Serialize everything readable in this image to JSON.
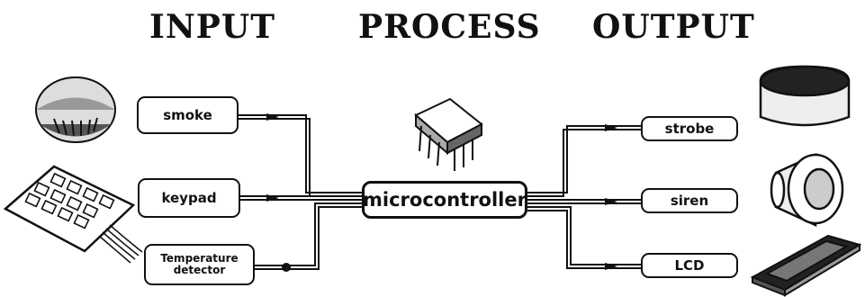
{
  "headings": {
    "input": "INPUT",
    "process": "PROCESS",
    "output": "OUTPUT"
  },
  "inputs": {
    "smoke": "smoke",
    "keypad": "keypad",
    "temperature": "Temperature detector"
  },
  "process": {
    "center": "microcontroller"
  },
  "outputs": {
    "strobe": "strobe",
    "siren": "siren",
    "lcd": "LCD"
  },
  "icons": [
    "smoke-detector-icon",
    "keypad-icon",
    "chip-icon",
    "strobe-light-icon",
    "siren-icon",
    "lcd-display-icon"
  ]
}
